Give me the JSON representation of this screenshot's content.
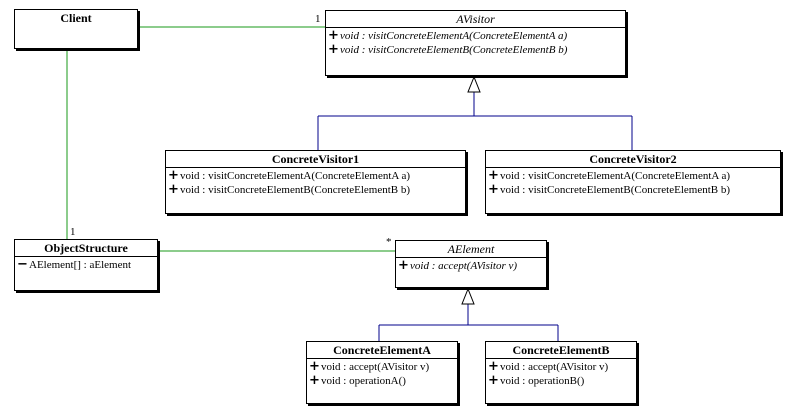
{
  "colors": {
    "association": "#1a9a1a",
    "inheritance": "#00008b",
    "border": "#000000"
  },
  "classes": {
    "client": {
      "name": "Client"
    },
    "avisitor": {
      "name": "AVisitor",
      "members": [
        {
          "symbol": "+",
          "text": "void : visitConcreteElementA(ConcreteElementA a)"
        },
        {
          "symbol": "+",
          "text": "void : visitConcreteElementB(ConcreteElementB b)"
        }
      ]
    },
    "concrete_visitor1": {
      "name": "ConcreteVisitor1",
      "members": [
        {
          "symbol": "+",
          "text": "void : visitConcreteElementA(ConcreteElementA a)"
        },
        {
          "symbol": "+",
          "text": "void : visitConcreteElementB(ConcreteElementB b)"
        }
      ]
    },
    "concrete_visitor2": {
      "name": "ConcreteVisitor2",
      "members": [
        {
          "symbol": "+",
          "text": "void : visitConcreteElementA(ConcreteElementA a)"
        },
        {
          "symbol": "+",
          "text": "void : visitConcreteElementB(ConcreteElementB b)"
        }
      ]
    },
    "object_structure": {
      "name": "ObjectStructure",
      "members": [
        {
          "symbol": "−",
          "text": "AElement[] : aElement"
        }
      ]
    },
    "aelement": {
      "name": "AElement",
      "members": [
        {
          "symbol": "+",
          "text": "void : accept(AVisitor v)"
        }
      ]
    },
    "concrete_element_a": {
      "name": "ConcreteElementA",
      "members": [
        {
          "symbol": "+",
          "text": "void : accept(AVisitor v)"
        },
        {
          "symbol": "+",
          "text": "void : operationA()"
        }
      ]
    },
    "concrete_element_b": {
      "name": "ConcreteElementB",
      "members": [
        {
          "symbol": "+",
          "text": "void : accept(AVisitor v)"
        },
        {
          "symbol": "+",
          "text": "void : operationB()"
        }
      ]
    }
  },
  "multiplicities": {
    "client_avisitor": "1",
    "client_objectstructure": "1",
    "objectstructure_aelement": "*"
  }
}
